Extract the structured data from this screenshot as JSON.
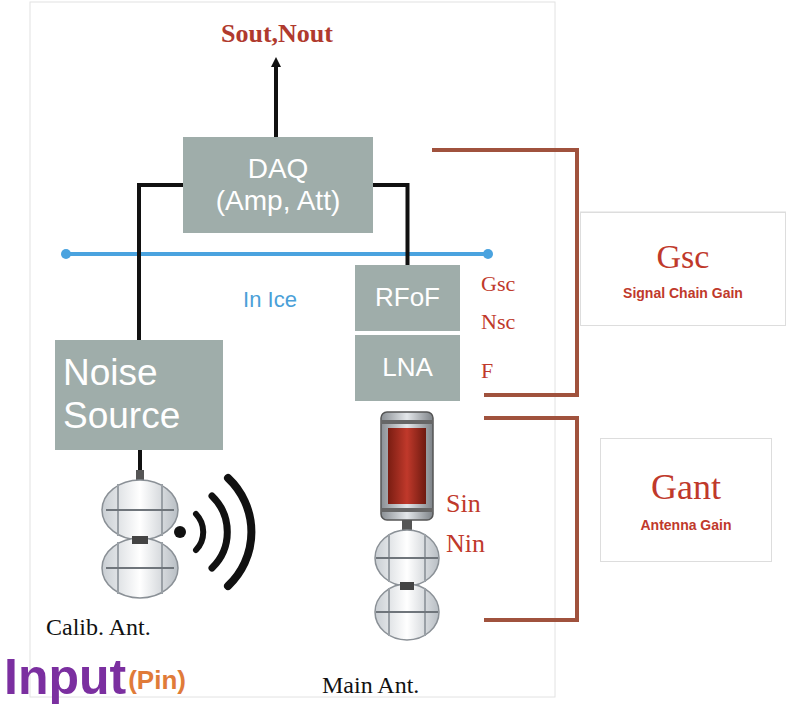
{
  "diagram": {
    "nodes": [
      {
        "text": [
          "DAQ (Amp, Att)"
        ]
      },
      {
        "text": [
          "RFoF"
        ]
      },
      {
        "text": [
          "Noise Source"
        ]
      },
      {
        "text": [
          "LNA"
        ]
      },
      {
        "text": [
          "Gsc",
          "Signal Chain Gain"
        ]
      },
      {
        "text": [
          "Gant",
          "Antenna Gain"
        ]
      }
    ],
    "edges": [
      {
        "from": 2,
        "to": 0,
        "arrow": "none"
      },
      {
        "from": 1,
        "to": 0,
        "arrow": "none"
      }
    ],
    "labels": [
      "Sout,Nout",
      "In Ice",
      "Gsc",
      "Nsc",
      "F",
      "Sin",
      "Nin",
      "Calib. Ant.",
      "Input",
      "(Pin)",
      "Main Ant."
    ]
  }
}
